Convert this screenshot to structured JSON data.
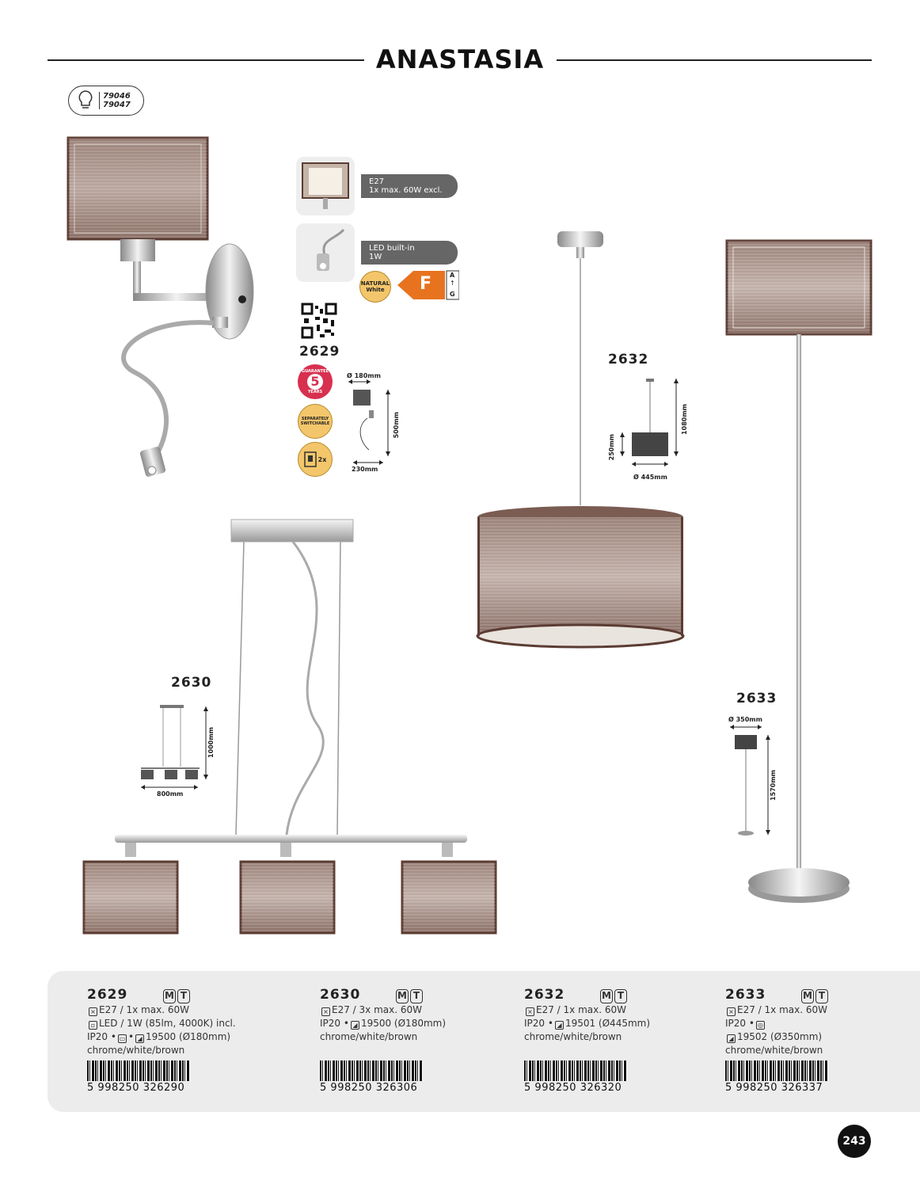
{
  "header": {
    "title": "ANASTASIA"
  },
  "bulb_badge": {
    "codes": [
      "79046",
      "79047"
    ]
  },
  "spec_pills": [
    {
      "line1": "E27",
      "line2": "1x max. 60W excl."
    },
    {
      "line1": "LED built-in",
      "line2": "1W"
    }
  ],
  "natural_white": {
    "line1": "NATURAL",
    "line2": "White"
  },
  "energy": {
    "class": "F",
    "top": "A",
    "bottom": "G"
  },
  "badges": {
    "guarantee_top": "GUARANTEE",
    "guarantee_num": "5",
    "guarantee_bottom": "YEARS",
    "separately": "SEPARATELY SWITCHABLE",
    "switch_count": "2x"
  },
  "model_labels": {
    "m2629": "2629",
    "m2630": "2630",
    "m2632": "2632",
    "m2633": "2633"
  },
  "dims": {
    "d2629_width": "Ø 180mm",
    "d2629_height": "500mm",
    "d2629_depth": "230mm",
    "d2630_height": "1000mm",
    "d2630_width": "800mm",
    "d2632_height": "1080mm",
    "d2632_shade": "250mm",
    "d2632_width": "Ø 445mm",
    "d2633_width": "Ø 350mm",
    "d2633_height": "1570mm"
  },
  "products": [
    {
      "num": "2629",
      "m": "M",
      "t": "T",
      "l1": "E27 / 1x max. 60W",
      "l2": "LED / 1W (85lm, 4000K) incl.",
      "l3a": "IP20 •",
      "l3b": "•",
      "l3c": "19500 (Ø180mm)",
      "l4": "chrome/white/brown",
      "bc1": "5",
      "bc2": "998250",
      "bc3": "326290"
    },
    {
      "num": "2630",
      "m": "M",
      "t": "T",
      "l1": "E27 / 3x max. 60W",
      "l2a": "IP20 •",
      "l2b": "19500 (Ø180mm)",
      "l3": "chrome/white/brown",
      "bc1": "5",
      "bc2": "998250",
      "bc3": "326306"
    },
    {
      "num": "2632",
      "m": "M",
      "t": "T",
      "l1": "E27 / 1x max. 60W",
      "l2a": "IP20 •",
      "l2b": "19501 (Ø445mm)",
      "l3": "chrome/white/brown",
      "bc1": "5",
      "bc2": "998250",
      "bc3": "326320"
    },
    {
      "num": "2633",
      "m": "M",
      "t": "T",
      "l1": "E27 / 1x max. 60W",
      "l2a": "IP20 •",
      "l3": "19502 (Ø350mm)",
      "l4": "chrome/white/brown",
      "bc1": "5",
      "bc2": "998250",
      "bc3": "326337"
    }
  ],
  "footer": {
    "page_number": "243"
  },
  "colors": {
    "shade": "#8a7168",
    "shade_dark": "#5b3c33",
    "chrome": "#c9c9c9"
  }
}
